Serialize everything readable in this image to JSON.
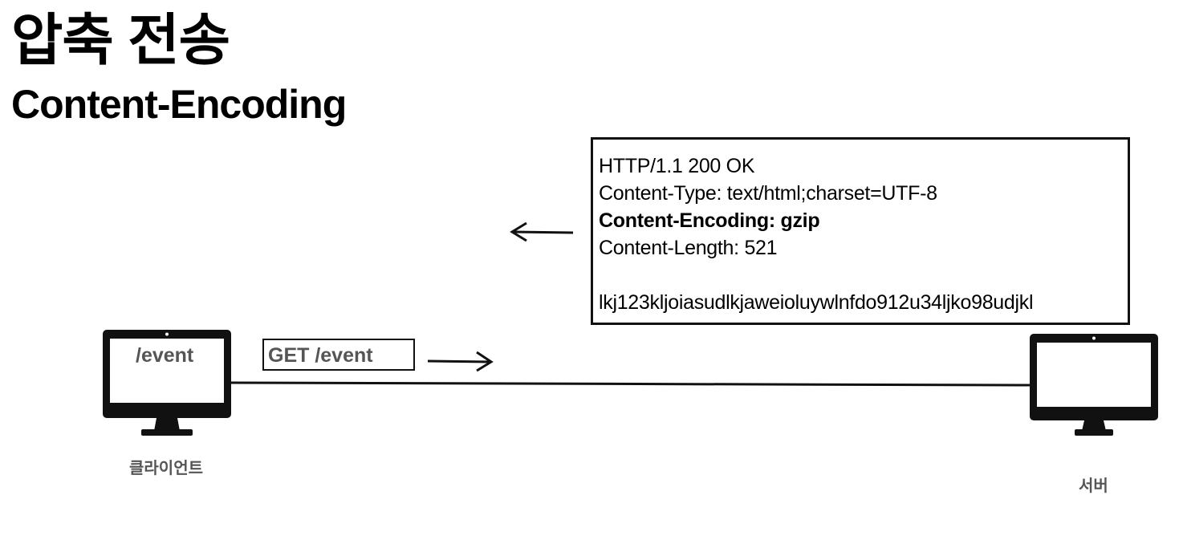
{
  "title": {
    "korean": "압축 전송",
    "english": "Content-Encoding"
  },
  "response": {
    "status_line": "HTTP/1.1 200 OK",
    "content_type": "Content-Type: text/html;charset=UTF-8",
    "content_encoding": "Content-Encoding: gzip",
    "content_length": "Content-Length: 521",
    "body": "lkj123kljoiasudlkjaweioluywlnfdo912u34ljko98udjkl"
  },
  "request": {
    "label": "GET /event"
  },
  "client": {
    "screen_text": "/event",
    "label": "클라이언트",
    "icon": "monitor-icon"
  },
  "server": {
    "label": "서버",
    "icon": "monitor-icon"
  },
  "colors": {
    "stroke": "#111111",
    "muted_text": "#555555",
    "background": "#ffffff"
  }
}
